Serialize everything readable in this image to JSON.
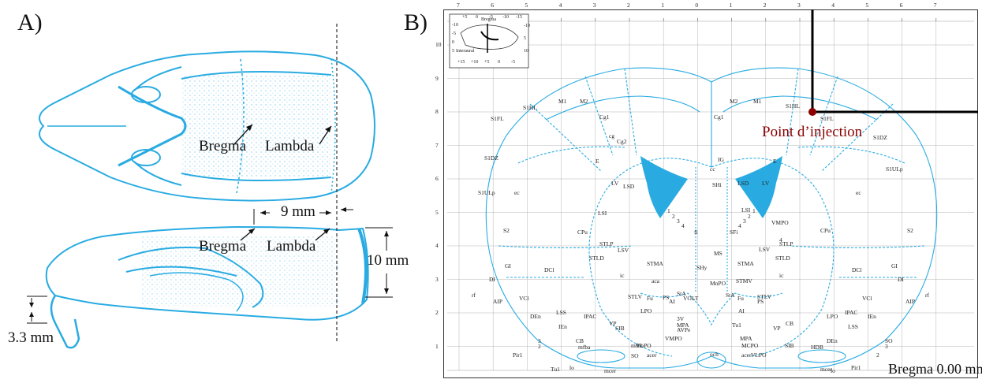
{
  "panel_a": {
    "letter": "A)",
    "labels": {
      "bregma_top": "Bregma",
      "lambda_top": "Lambda",
      "bregma_side": "Bregma",
      "lambda_side": "Lambda",
      "dist_9mm": "9 mm",
      "dist_10mm": "10 mm",
      "dist_33mm": "3.3 mm"
    }
  },
  "panel_b": {
    "letter": "B)",
    "injection_label": "Point d’injection",
    "bregma_caption": "Bregma 0.00 mm",
    "top_ticks": [
      "7",
      "6",
      "5",
      "4",
      "3",
      "2",
      "1",
      "0",
      "1",
      "2",
      "3",
      "4",
      "5",
      "6",
      "7"
    ],
    "left_ticks": [
      "10",
      "9",
      "8",
      "7",
      "6",
      "5",
      "4",
      "3",
      "2",
      "1"
    ],
    "inset": {
      "labels": [
        "Bregma",
        "Interaural"
      ],
      "top_nums": [
        "+5",
        "0",
        "-5",
        "-10",
        "-15"
      ],
      "bottom_nums": [
        "+15",
        "+10",
        "+5",
        "0",
        "-5"
      ],
      "left_nums": [
        "-10",
        "-5",
        "0",
        "5"
      ],
      "right_nums": [
        "-10",
        "5",
        "10"
      ]
    },
    "regions": {
      "left": [
        "M1",
        "M2",
        "S1HL",
        "S1FL",
        "S1DZ",
        "S1ULp",
        "S2",
        "GI",
        "DI",
        "AIP",
        "rf",
        "VCl",
        "DCl",
        "ec",
        "Cg1",
        "Cg2",
        "cg",
        "E",
        "LV",
        "LSD",
        "LSI",
        "CPu",
        "STLP",
        "LSV",
        "STLD",
        "STMA",
        "ic",
        "aca",
        "STLV",
        "Fu",
        "PS",
        "StA",
        "AI",
        "LPO",
        "IPAC",
        "LSS",
        "IEn",
        "DEn",
        "CB",
        "VP",
        "SIB",
        "mfba",
        "mfbb",
        "VLPO",
        "acer",
        "SO",
        "3",
        "2",
        "Pir1",
        "lo",
        "mcer",
        "Tu1",
        "MPA",
        "AVPe",
        "VMPO",
        "3V",
        "VOLT"
      ],
      "center": [
        "cc",
        "IG",
        "SHi",
        "fi",
        "SFi",
        "MS",
        "SHy",
        "MnPO",
        "och"
      ],
      "right": [
        "M2",
        "M1",
        "S1HL",
        "S1FL",
        "S1DZ",
        "S1ULp",
        "S2",
        "GI",
        "DI",
        "AIP",
        "rf",
        "VCl",
        "DCl",
        "ec",
        "Cg1",
        "E",
        "LV",
        "LSD",
        "LSI",
        "CPu",
        "STLP",
        "LSV",
        "STLD",
        "STMA",
        "ic",
        "STMV",
        "STLV",
        "Fu",
        "PS",
        "StA",
        "AI",
        "LPO",
        "IPAC",
        "LSS",
        "IEn",
        "DEn",
        "CB",
        "VP",
        "SIB",
        "HDB",
        "MCPO",
        "VLPO",
        "acer",
        "SO",
        "3",
        "2",
        "Pir1",
        "lo",
        "mcer",
        "Tu1",
        "MPA",
        "VMPO",
        "4"
      ]
    },
    "small_numbers": [
      "1",
      "2",
      "3",
      "4",
      "1",
      "2",
      "3",
      "4"
    ],
    "colors": {
      "atlas_blue": "#29abe2",
      "ventricle_fill": "#29abe2",
      "injection_marker": "#8b0000",
      "grid": "#999999"
    }
  }
}
